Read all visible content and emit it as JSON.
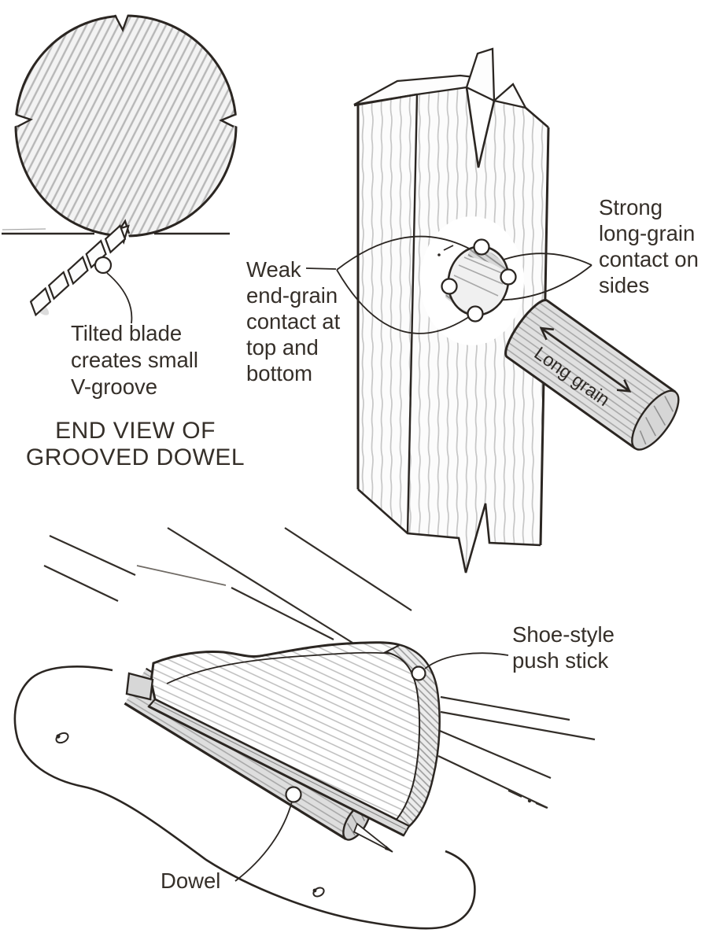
{
  "palette": {
    "ink": "#2b2622",
    "text": "#352f29",
    "paper": "#ffffff",
    "wood_fill_light": "#e0e0e0",
    "grain_gray": "#b5b5b5"
  },
  "end_view": {
    "note_lines": [
      "Tilted blade",
      "creates small",
      "V-groove"
    ],
    "caption_lines": [
      "END VIEW OF",
      "GROOVED DOWEL"
    ]
  },
  "joint_view": {
    "weak_note_lines": [
      "Weak",
      "end-grain",
      "contact at",
      "top and",
      "bottom"
    ],
    "strong_note_lines": [
      "Strong",
      "long-grain",
      "contact on",
      "sides"
    ],
    "dowel_axis_label": "Long grain"
  },
  "push_view": {
    "push_stick_note_lines": [
      "Shoe-style",
      "push stick"
    ],
    "dowel_label": "Dowel"
  }
}
